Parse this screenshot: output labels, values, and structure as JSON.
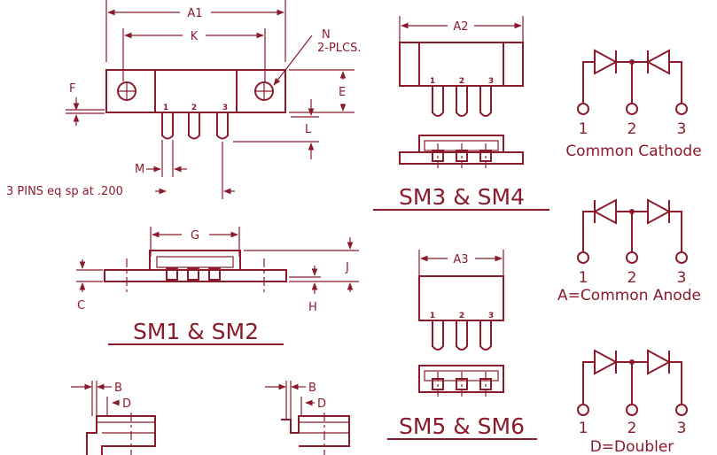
{
  "dimension_labels": {
    "A1": "A1",
    "K": "K",
    "N": "N",
    "plcs": "2-PLCS.",
    "F": "F",
    "E": "E",
    "L": "L",
    "M": "M",
    "pins_note": "3 PINS eq sp at .200",
    "G": "G",
    "J": "J",
    "C": "C",
    "H": "H",
    "A2": "A2",
    "A3": "A3",
    "B": "B",
    "D": "D"
  },
  "pin_numbers": [
    "1",
    "2",
    "3"
  ],
  "package_titles": {
    "sm1_sm2": "SM1 & SM2",
    "sm3_sm4": "SM3 & SM4",
    "sm5_sm6": "SM5 & SM6"
  },
  "schematics": [
    {
      "pins": [
        "1",
        "2",
        "3"
      ],
      "caption": "Common Cathode"
    },
    {
      "pins": [
        "1",
        "2",
        "3"
      ],
      "caption": "A=Common Anode"
    },
    {
      "pins": [
        "1",
        "2",
        "3"
      ],
      "caption": "D=Doubler"
    }
  ],
  "colors": {
    "ink": "#8b1a2b",
    "background": "#ffffff"
  }
}
